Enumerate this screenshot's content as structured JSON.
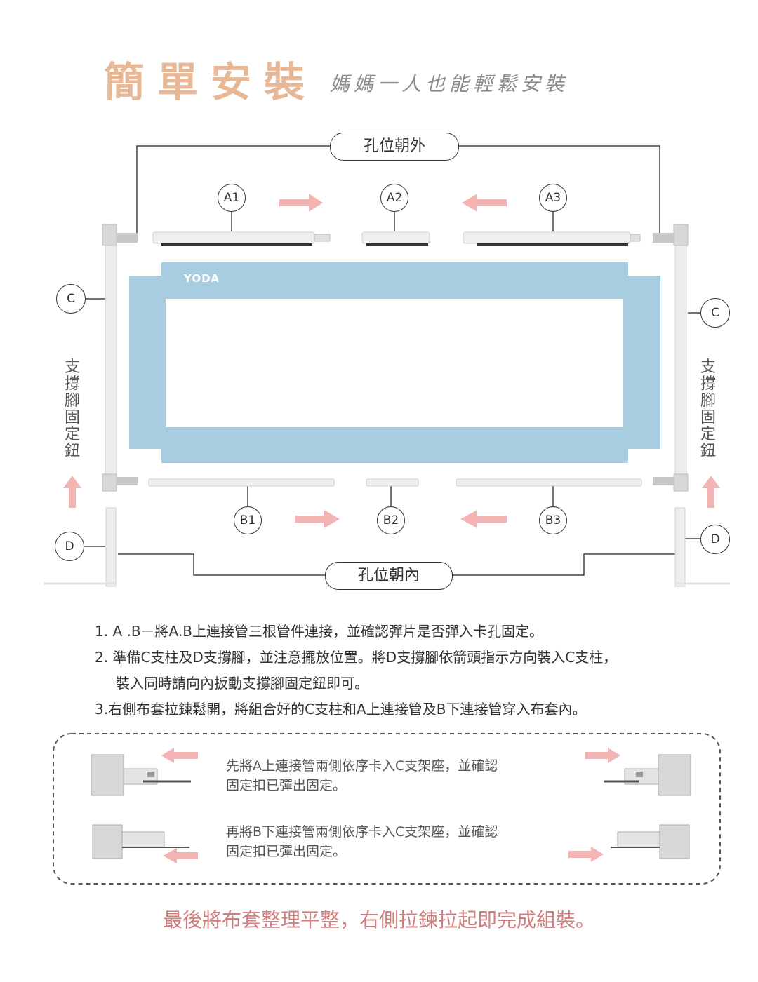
{
  "header": {
    "title": "簡單安裝",
    "subtitle": "媽媽一人也能輕鬆安裝"
  },
  "diagram": {
    "top_label": "孔位朝外",
    "bottom_label": "孔位朝內",
    "top_tubes": [
      "A1",
      "A2",
      "A3"
    ],
    "bottom_tubes": [
      "B1",
      "B2",
      "B3"
    ],
    "post_label": "C",
    "foot_label": "D",
    "side_label": "支撐腳固定鈕",
    "brand_logo": "YODA",
    "fabric_color": "#a9cde0",
    "arrow_color": "#f4b4b4"
  },
  "steps": [
    "1. A .B－將A.B上連接管三根管件連接，並確認彈片是否彈入卡孔固定。",
    "2. 準備C支柱及D支撐腳，並注意擺放位置。將D支撐腳依箭頭指示方向裝入C支柱，",
    "裝入同時請向內扳動支撐腳固定鈕即可。",
    "3.右側布套拉鍊鬆開，將組合好的C支柱和A上連接管及B下連接管穿入布套內。"
  ],
  "details": {
    "top_text_line1": "先將A上連接管兩側依序卡入C支架座，並確認",
    "top_text_line2": "固定扣已彈出固定。",
    "bottom_text_line1": "再將B下連接管兩側依序卡入C支架座，並確認",
    "bottom_text_line2": "固定扣已彈出固定。"
  },
  "final_note": "最後將布套整理平整，右側拉鍊拉起即完成組裝。"
}
